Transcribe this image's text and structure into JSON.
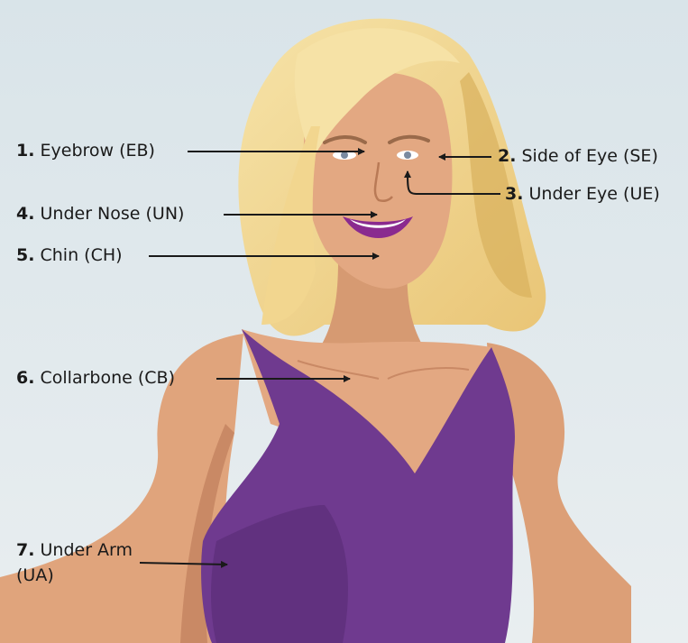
{
  "colors": {
    "background": "#dde6ea",
    "skin": "#e0a47c",
    "hair": "#f3d58f",
    "top": "#6f3a8f",
    "lips": "#8a2a8f",
    "text": "#1a1a1a"
  },
  "points": [
    {
      "num": "1.",
      "text": "Eyebrow (EB)"
    },
    {
      "num": "2.",
      "text": "Side of Eye (SE)"
    },
    {
      "num": "3.",
      "text": "Under Eye (UE)"
    },
    {
      "num": "4.",
      "text": "Under Nose (UN)"
    },
    {
      "num": "5.",
      "text": "Chin (CH)"
    },
    {
      "num": "6.",
      "text": "Collarbone (CB)"
    },
    {
      "num": "7.",
      "text": "Under Arm (UA)"
    }
  ]
}
